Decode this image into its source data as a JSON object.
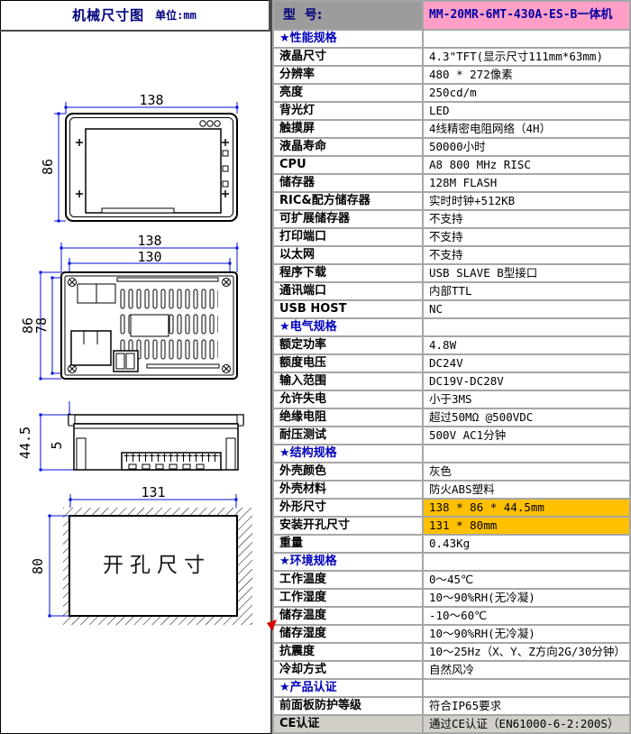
{
  "left_panel": {
    "title": "机械尺寸图",
    "unit": "单位:mm",
    "front": {
      "width": "138",
      "height": "86"
    },
    "rear": {
      "width_outer": "138",
      "width_inner": "130",
      "height_outer": "86",
      "height_inner": "78"
    },
    "side": {
      "depth": "44.5",
      "flange": "5"
    },
    "cutout": {
      "width": "131",
      "height": "80",
      "caption": "开孔尺寸"
    }
  },
  "spec_table": {
    "model_label": "型  号:",
    "model_value": "MM-20MR-6MT-430A-ES-B一体机",
    "rows": [
      {
        "type": "section",
        "label": "★性能规格",
        "value": ""
      },
      {
        "type": "spec",
        "label": "液晶尺寸",
        "value": "4.3\"TFT(显示尺寸111mm*63mm)"
      },
      {
        "type": "spec",
        "label": "分辨率",
        "value": "480 * 272像素"
      },
      {
        "type": "spec",
        "label": "亮度",
        "value": "250cd/m"
      },
      {
        "type": "spec",
        "label": "背光灯",
        "value": "LED"
      },
      {
        "type": "spec",
        "label": "触摸屏",
        "value": "4线精密电阻网络（4H）"
      },
      {
        "type": "spec",
        "label": "液晶寿命",
        "value": "50000小时"
      },
      {
        "type": "spec",
        "label": "CPU",
        "value": "A8 800 MHz RISC"
      },
      {
        "type": "spec",
        "label": "储存器",
        "value": "128M FLASH"
      },
      {
        "type": "spec",
        "label": "RIC&配方储存器",
        "value": "实时时钟+512KB"
      },
      {
        "type": "spec",
        "label": "可扩展储存器",
        "value": "不支持"
      },
      {
        "type": "spec",
        "label": "打印端口",
        "value": "不支持"
      },
      {
        "type": "spec",
        "label": "以太网",
        "value": "不支持"
      },
      {
        "type": "spec",
        "label": "程序下载",
        "value": "USB SLAVE B型接口"
      },
      {
        "type": "spec",
        "label": "通讯端口",
        "value": "内部TTL"
      },
      {
        "type": "spec",
        "label": "USB HOST",
        "value": "NC"
      },
      {
        "type": "section",
        "label": "★电气规格",
        "value": ""
      },
      {
        "type": "spec",
        "label": "额定功率",
        "value": "4.8W"
      },
      {
        "type": "spec",
        "label": "额度电压",
        "value": "DC24V"
      },
      {
        "type": "spec",
        "label": "输入范围",
        "value": "DC19V-DC28V"
      },
      {
        "type": "spec",
        "label": "允许失电",
        "value": "小于3MS"
      },
      {
        "type": "spec",
        "label": "绝缘电阻",
        "value": "超过50MΩ @500VDC"
      },
      {
        "type": "spec",
        "label": "耐压测试",
        "value": "500V AC1分钟"
      },
      {
        "type": "section",
        "label": "★结构规格",
        "value": ""
      },
      {
        "type": "spec",
        "label": "外壳颜色",
        "value": "灰色"
      },
      {
        "type": "spec",
        "label": "外壳材料",
        "value": "防火ABS塑料"
      },
      {
        "type": "spec",
        "label": "外形尺寸",
        "value": "138 * 86 * 44.5mm",
        "highlight": true
      },
      {
        "type": "spec",
        "label": "安装开孔尺寸",
        "value": "131 * 80mm",
        "highlight": true
      },
      {
        "type": "spec",
        "label": "重量",
        "value": "0.43Kg"
      },
      {
        "type": "section",
        "label": "★环境规格",
        "value": ""
      },
      {
        "type": "spec",
        "label": "工作温度",
        "value": "0～45℃"
      },
      {
        "type": "spec",
        "label": "工作湿度",
        "value": "10～90%RH(无冷凝)"
      },
      {
        "type": "spec",
        "label": "储存温度",
        "value": "-10～60℃"
      },
      {
        "type": "spec",
        "label": "储存湿度",
        "value": "10～90%RH(无冷凝)"
      },
      {
        "type": "spec",
        "label": "抗震度",
        "value": "10～25Hz（X、Y、Z方向2G/30分钟）"
      },
      {
        "type": "spec",
        "label": "冷却方式",
        "value": "自然风冷"
      },
      {
        "type": "section",
        "label": "★产品认证",
        "value": ""
      },
      {
        "type": "spec",
        "label": "前面板防护等级",
        "value": "符合IP65要求"
      },
      {
        "type": "spec",
        "label": "CE认证",
        "value": "通过CE认证（EN61000-6-2:200S）",
        "gray": true
      }
    ]
  },
  "colors": {
    "header_gray": "#9C9C9C",
    "model_pink": "#FF9FC8",
    "section_blue": "#0000BD",
    "highlight_yellow": "#FFC000",
    "dimension_blue": "#0011DD",
    "marker_red": "#DD0000",
    "last_row_gray": "#D2CFC8"
  }
}
